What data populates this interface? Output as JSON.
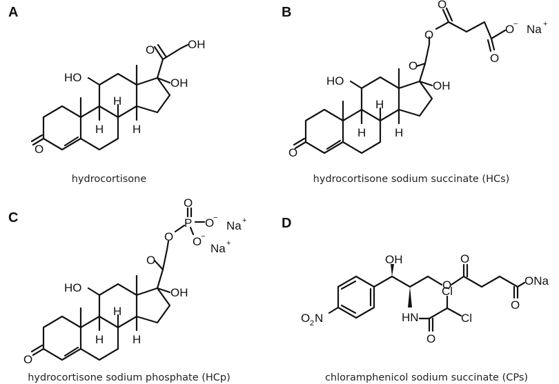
{
  "panels": [
    {
      "letter": "A",
      "caption": "hydrocortisone"
    },
    {
      "letter": "B",
      "caption": "hydrocortisone sodium succinate (HCs)"
    },
    {
      "letter": "C",
      "caption": "hydrocortisone sodium phosphate (HCp)"
    },
    {
      "letter": "D",
      "caption": "chloramphenicol sodium succinate (CPs)"
    }
  ],
  "atoms": {
    "HO": "HO",
    "OH": "OH",
    "O": "O",
    "H": "H",
    "Na": "Na",
    "P": "P",
    "ONa": "ONa",
    "HN": "HN",
    "Cl": "Cl",
    "O2N": "O",
    "N": "N",
    "plus": "+",
    "minus": "−",
    "two": "2"
  }
}
